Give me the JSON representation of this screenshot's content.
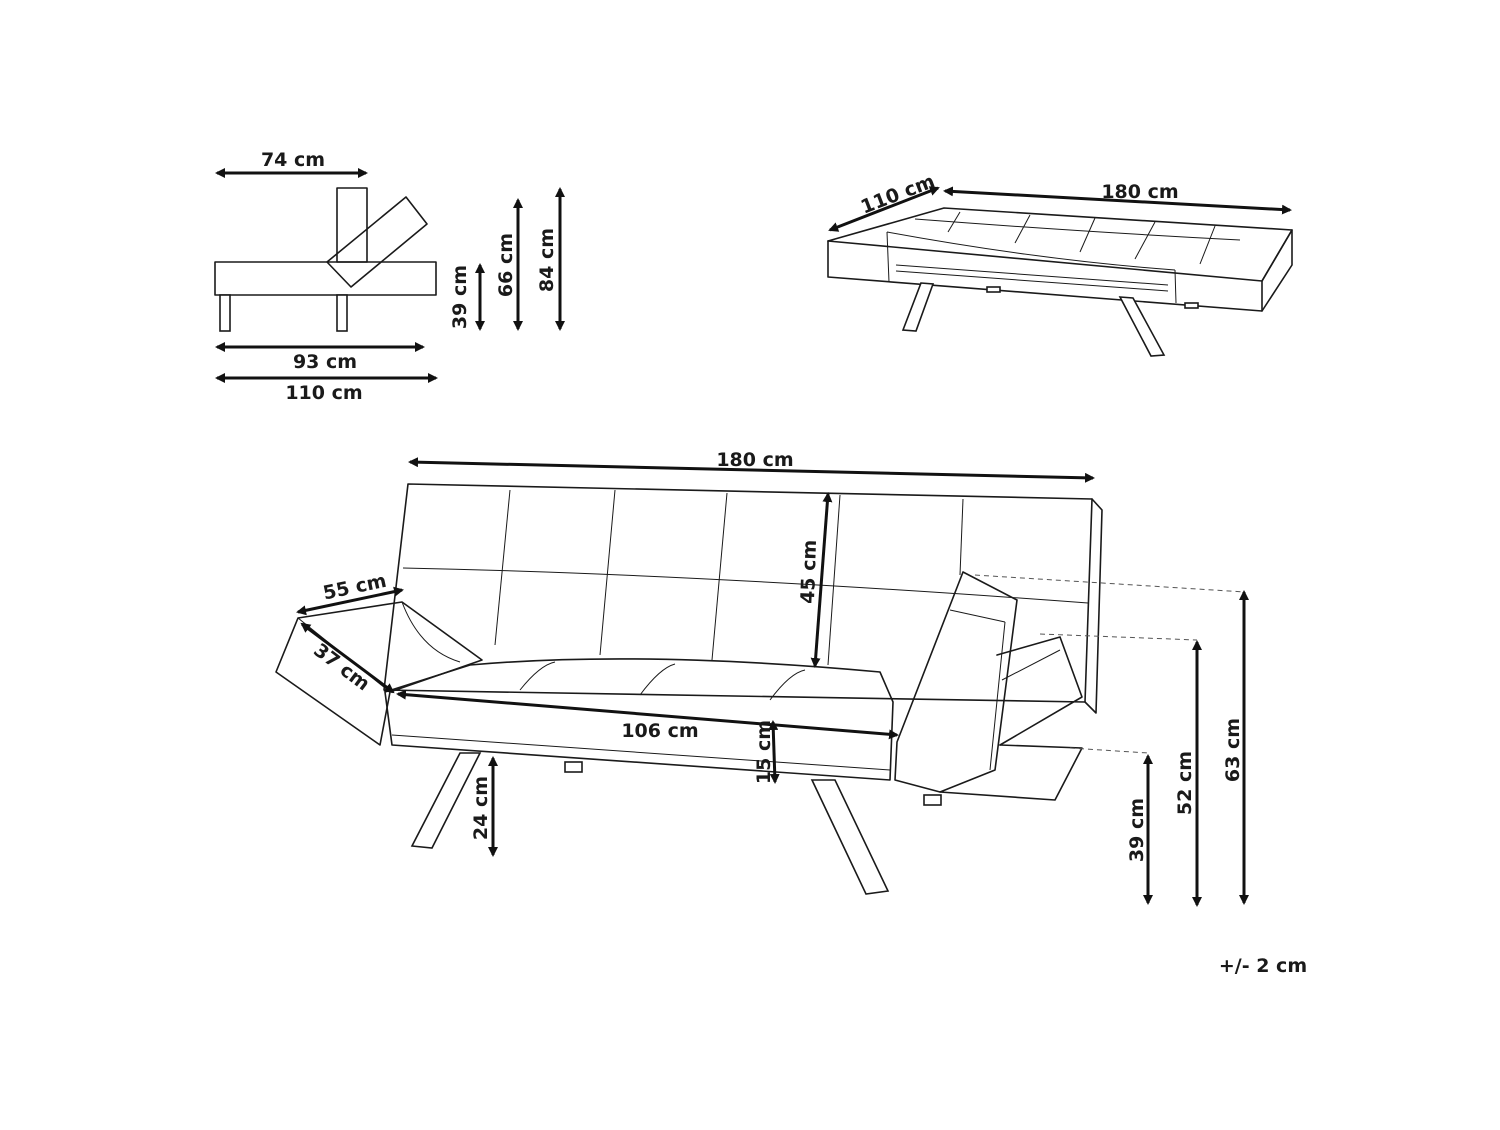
{
  "side_view": {
    "depth_seat": "74 cm",
    "height_seat": "39 cm",
    "height_back_mid": "66 cm",
    "height_total": "84 cm",
    "width_base": "93 cm",
    "width_total": "110 cm"
  },
  "bed_view": {
    "depth": "110 cm",
    "width": "180 cm"
  },
  "front_view": {
    "width_total": "180 cm",
    "back_height": "45 cm",
    "armrest_length": "55 cm",
    "armrest_width": "37 cm",
    "seat_width": "106 cm",
    "seat_thickness": "15 cm",
    "leg_height": "24 cm",
    "seat_height": "39 cm",
    "armrest_height": "52 cm",
    "back_total_height": "63 cm"
  },
  "tolerance": "+/- 2 cm"
}
